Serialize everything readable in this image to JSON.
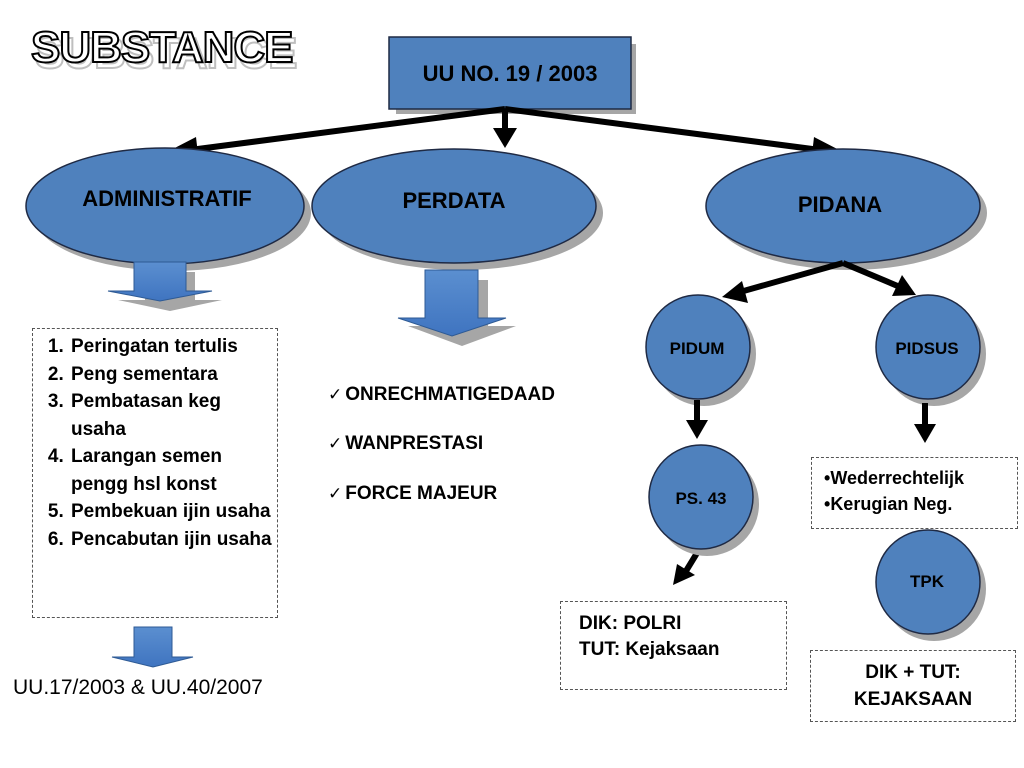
{
  "title": "SUBSTANCE",
  "root": "UU NO. 19 / 2003",
  "branches": {
    "administratif": "ADMINISTRATIF",
    "perdata": "PERDATA",
    "pidana": "PIDANA"
  },
  "pidana_nodes": {
    "pidum": "PIDUM",
    "pidsus": "PIDSUS",
    "ps43": "PS. 43",
    "tpk": "TPK"
  },
  "administratif_items": [
    "Peringatan tertulis",
    "Peng sementara",
    "Pembatasan keg usaha",
    "Larangan semen pengg hsl konst",
    "Pembekuan ijin usaha",
    "Pencabutan ijin usaha"
  ],
  "administratif_footer": "UU.17/2003 & UU.40/2007",
  "perdata_items": [
    "ONRECHMATIGEDAAD",
    "WANPRESTASI",
    "FORCE MAJEUR"
  ],
  "pidum_box": [
    "DIK: POLRI",
    "TUT: Kejaksaan"
  ],
  "pidsus_box": [
    "Wederrechtelijk",
    "Kerugian Neg."
  ],
  "tpk_box": [
    "DIK + TUT:",
    "KEJAKSAAN"
  ],
  "colors": {
    "node_fill": "#4f81bd",
    "node_stroke": "#1f2a44",
    "shadow": "#a6a6a6",
    "arrow": "#000000"
  }
}
